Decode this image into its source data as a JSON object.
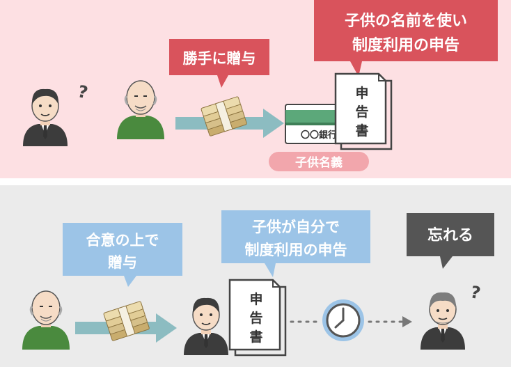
{
  "top": {
    "callout_gift": "勝手に贈与",
    "callout_declare_line1": "子供の名前を使い",
    "callout_declare_line2": "制度利用の申告",
    "bank_label": "〇〇銀行",
    "child_name_badge": "子供名義",
    "doc_chars": [
      "申",
      "告",
      "書"
    ],
    "question_mark": "?"
  },
  "bottom": {
    "callout_agree_line1": "合意の上で",
    "callout_agree_line2": "贈与",
    "callout_self_line1": "子供が自分で",
    "callout_self_line2": "制度利用の申告",
    "callout_forget": "忘れる",
    "doc_chars": [
      "申",
      "告",
      "書"
    ],
    "question_mark": "?"
  },
  "colors": {
    "top_bg": "#fde0e3",
    "bottom_bg": "#ebebeb",
    "red_callout": "#d9535c",
    "blue_callout": "#9cc4e7",
    "dark_callout": "#555555",
    "arrow": "#8cbcc1",
    "badge": "#f2a6ac",
    "card_green": "#5ca87a",
    "money": "#d6c08a"
  },
  "icons": [
    "question-icon",
    "money-bundle-icon",
    "bank-book-icon",
    "document-icon",
    "clock-icon",
    "arrow-right-icon"
  ]
}
